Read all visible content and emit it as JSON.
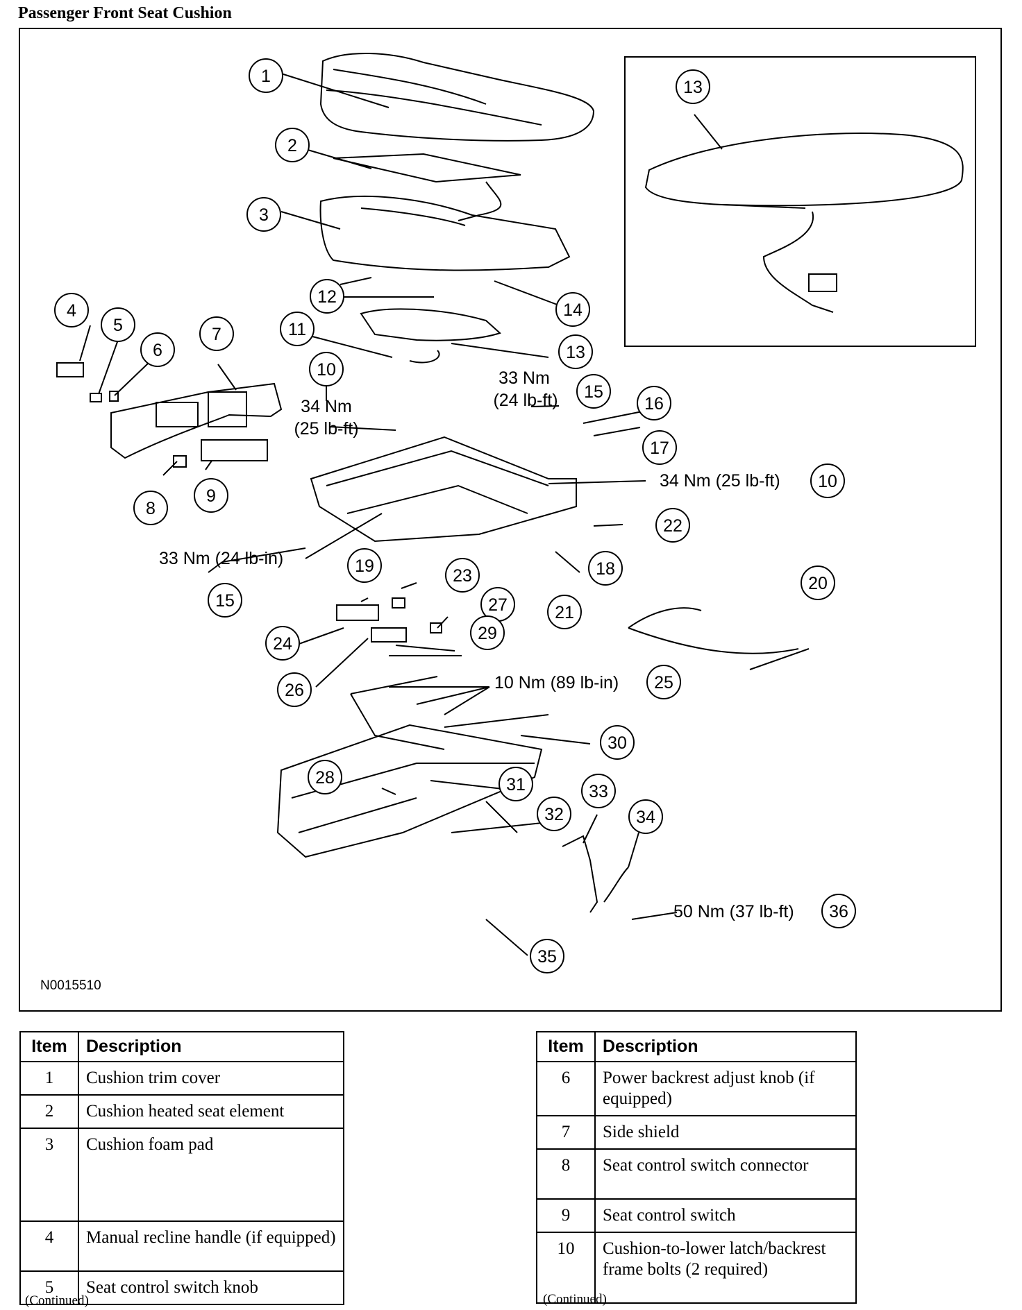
{
  "title": "Passenger Front Seat Cushion",
  "figure_id": "N0015510",
  "callouts": [
    "1",
    "2",
    "3",
    "4",
    "5",
    "6",
    "7",
    "8",
    "9",
    "10",
    "11",
    "12",
    "13",
    "14",
    "15",
    "16",
    "17",
    "18",
    "19",
    "20",
    "21",
    "22",
    "23",
    "24",
    "25",
    "26",
    "27",
    "28",
    "29",
    "30",
    "31",
    "32",
    "33",
    "34",
    "35",
    "36"
  ],
  "torque_labels": {
    "t10a_line1": "34 Nm",
    "t10a_line2": "(25 lb-ft)",
    "t15a_line1": "33 Nm",
    "t15a_line2": "(24 lb-ft)",
    "t10b": "34 Nm (25 lb-ft)",
    "t15b": "33 Nm (24 lb-in)",
    "t25": "10 Nm (89 lb-in)",
    "t36": "50 Nm (37 lb-ft)"
  },
  "table_headers": {
    "item": "Item",
    "description": "Description"
  },
  "table_left": [
    {
      "item": "1",
      "description": "Cushion trim cover"
    },
    {
      "item": "2",
      "description": "Cushion heated seat element"
    },
    {
      "item": "3",
      "description": "Cushion foam pad"
    },
    {
      "item": "4",
      "description": "Manual recline handle (if equipped)"
    },
    {
      "item": "5",
      "description": "Seat control switch knob"
    }
  ],
  "table_right": [
    {
      "item": "6",
      "description": "Power backrest adjust knob (if equipped)"
    },
    {
      "item": "7",
      "description": "Side shield"
    },
    {
      "item": "8",
      "description": "Seat control switch connector"
    },
    {
      "item": "9",
      "description": "Seat control switch"
    },
    {
      "item": "10",
      "description": "Cushion-to-lower latch/backrest frame bolts (2 required)"
    }
  ],
  "continued_label": "(Continued)"
}
